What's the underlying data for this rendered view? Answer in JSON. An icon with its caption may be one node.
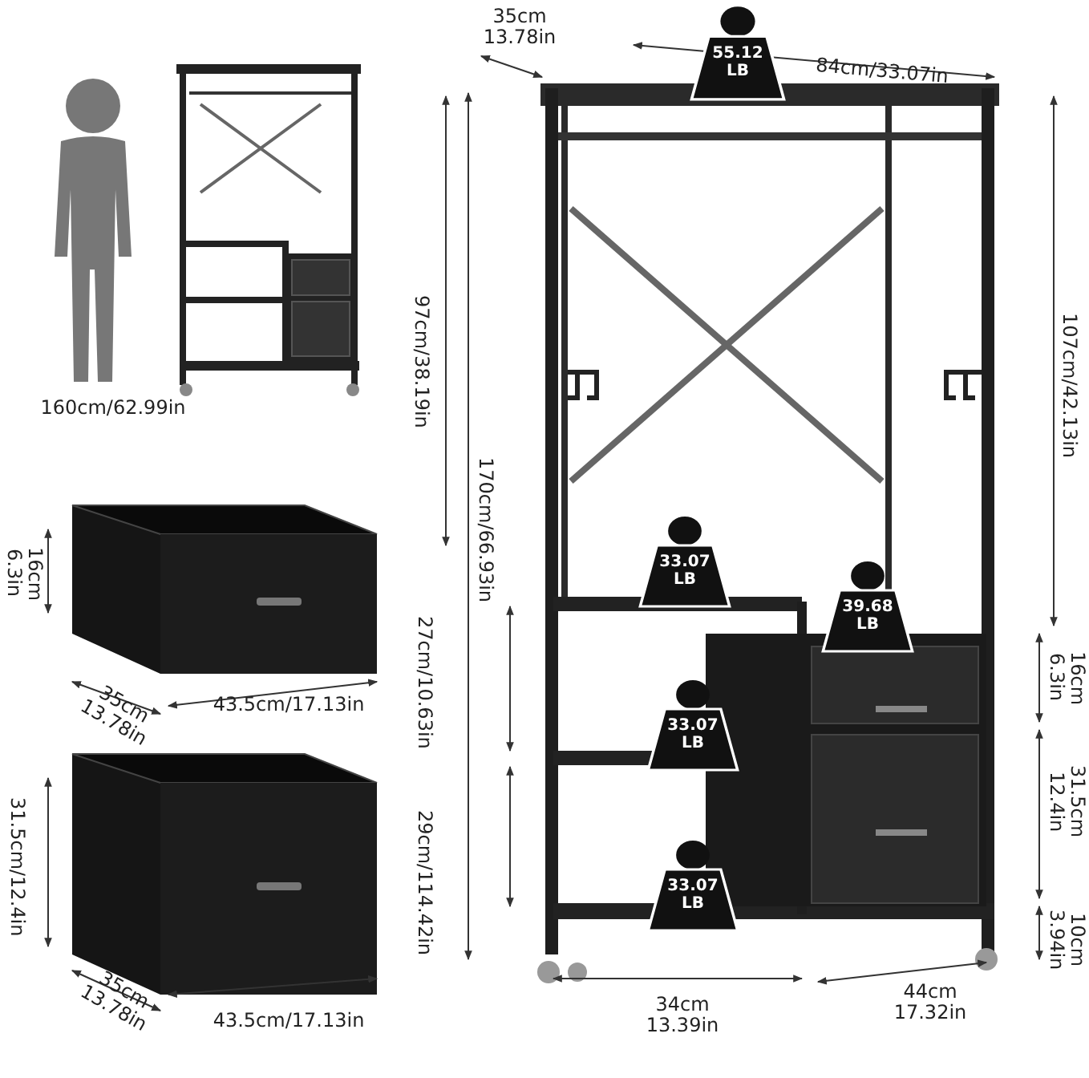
{
  "diagram": {
    "nodes": [
      {
        "text": [
          "55.12 LB"
        ]
      },
      {
        "text": [
          "33.07 LB"
        ]
      },
      {
        "text": [
          "39.68 LB"
        ]
      },
      {
        "text": [
          "33.07 LB"
        ]
      },
      {
        "text": [
          "33.07 LB"
        ]
      }
    ],
    "labels": [
      "35cm 13.78in",
      "84cm/33.07in",
      "160cm/62.99in",
      "97cm/38.19in",
      "170cm/66.93in",
      "107cm/42.13in",
      "16cm 6.3in",
      "35cm 13.78in",
      "43.5cm/17.13in",
      "27cm/10.63in",
      "16cm 6.3in",
      "31.5cm/12.4in",
      "29cm/114.42in",
      "31.5cm 12.4in",
      "10cm 3.94in",
      "34cm 13.39in",
      "44cm 17.32in",
      "35cm 13.78in",
      "43.5cm/17.13in"
    ]
  }
}
